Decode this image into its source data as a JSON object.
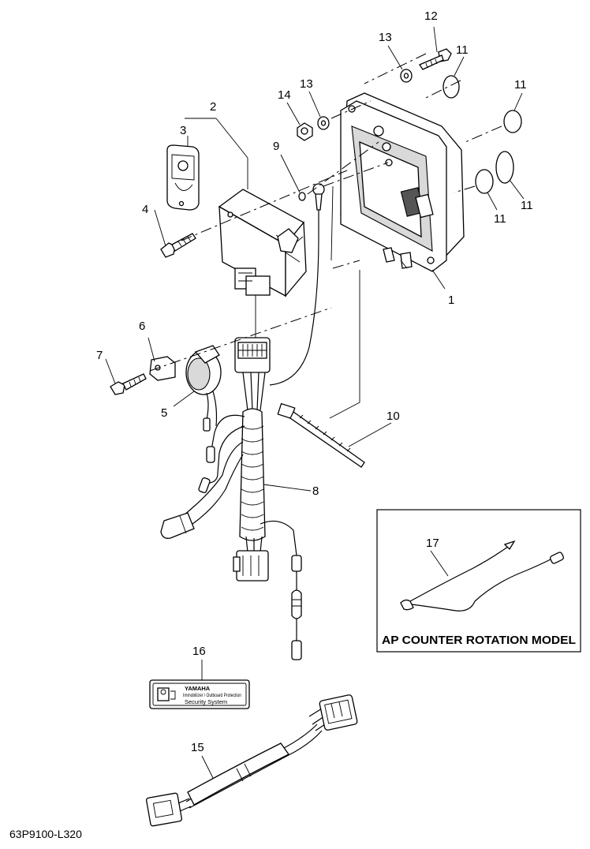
{
  "callouts": {
    "c1": "1",
    "c2": "2",
    "c3": "3",
    "c4": "4",
    "c5": "5",
    "c6": "6",
    "c7": "7",
    "c8": "8",
    "c9": "9",
    "c10": "10",
    "c11a": "11",
    "c11b": "11",
    "c11c": "11",
    "c11d": "11",
    "c12": "12",
    "c13a": "13",
    "c13b": "13",
    "c14": "14",
    "c15": "15",
    "c16": "16",
    "c17": "17"
  },
  "inset": {
    "title": "AP COUNTER ROTATION MODEL"
  },
  "decal": {
    "brand": "YAMAHA",
    "fine_print": "Immobilizer / Outboard Protection",
    "system": "Security System"
  },
  "drawing_code": "63P9100-L320"
}
